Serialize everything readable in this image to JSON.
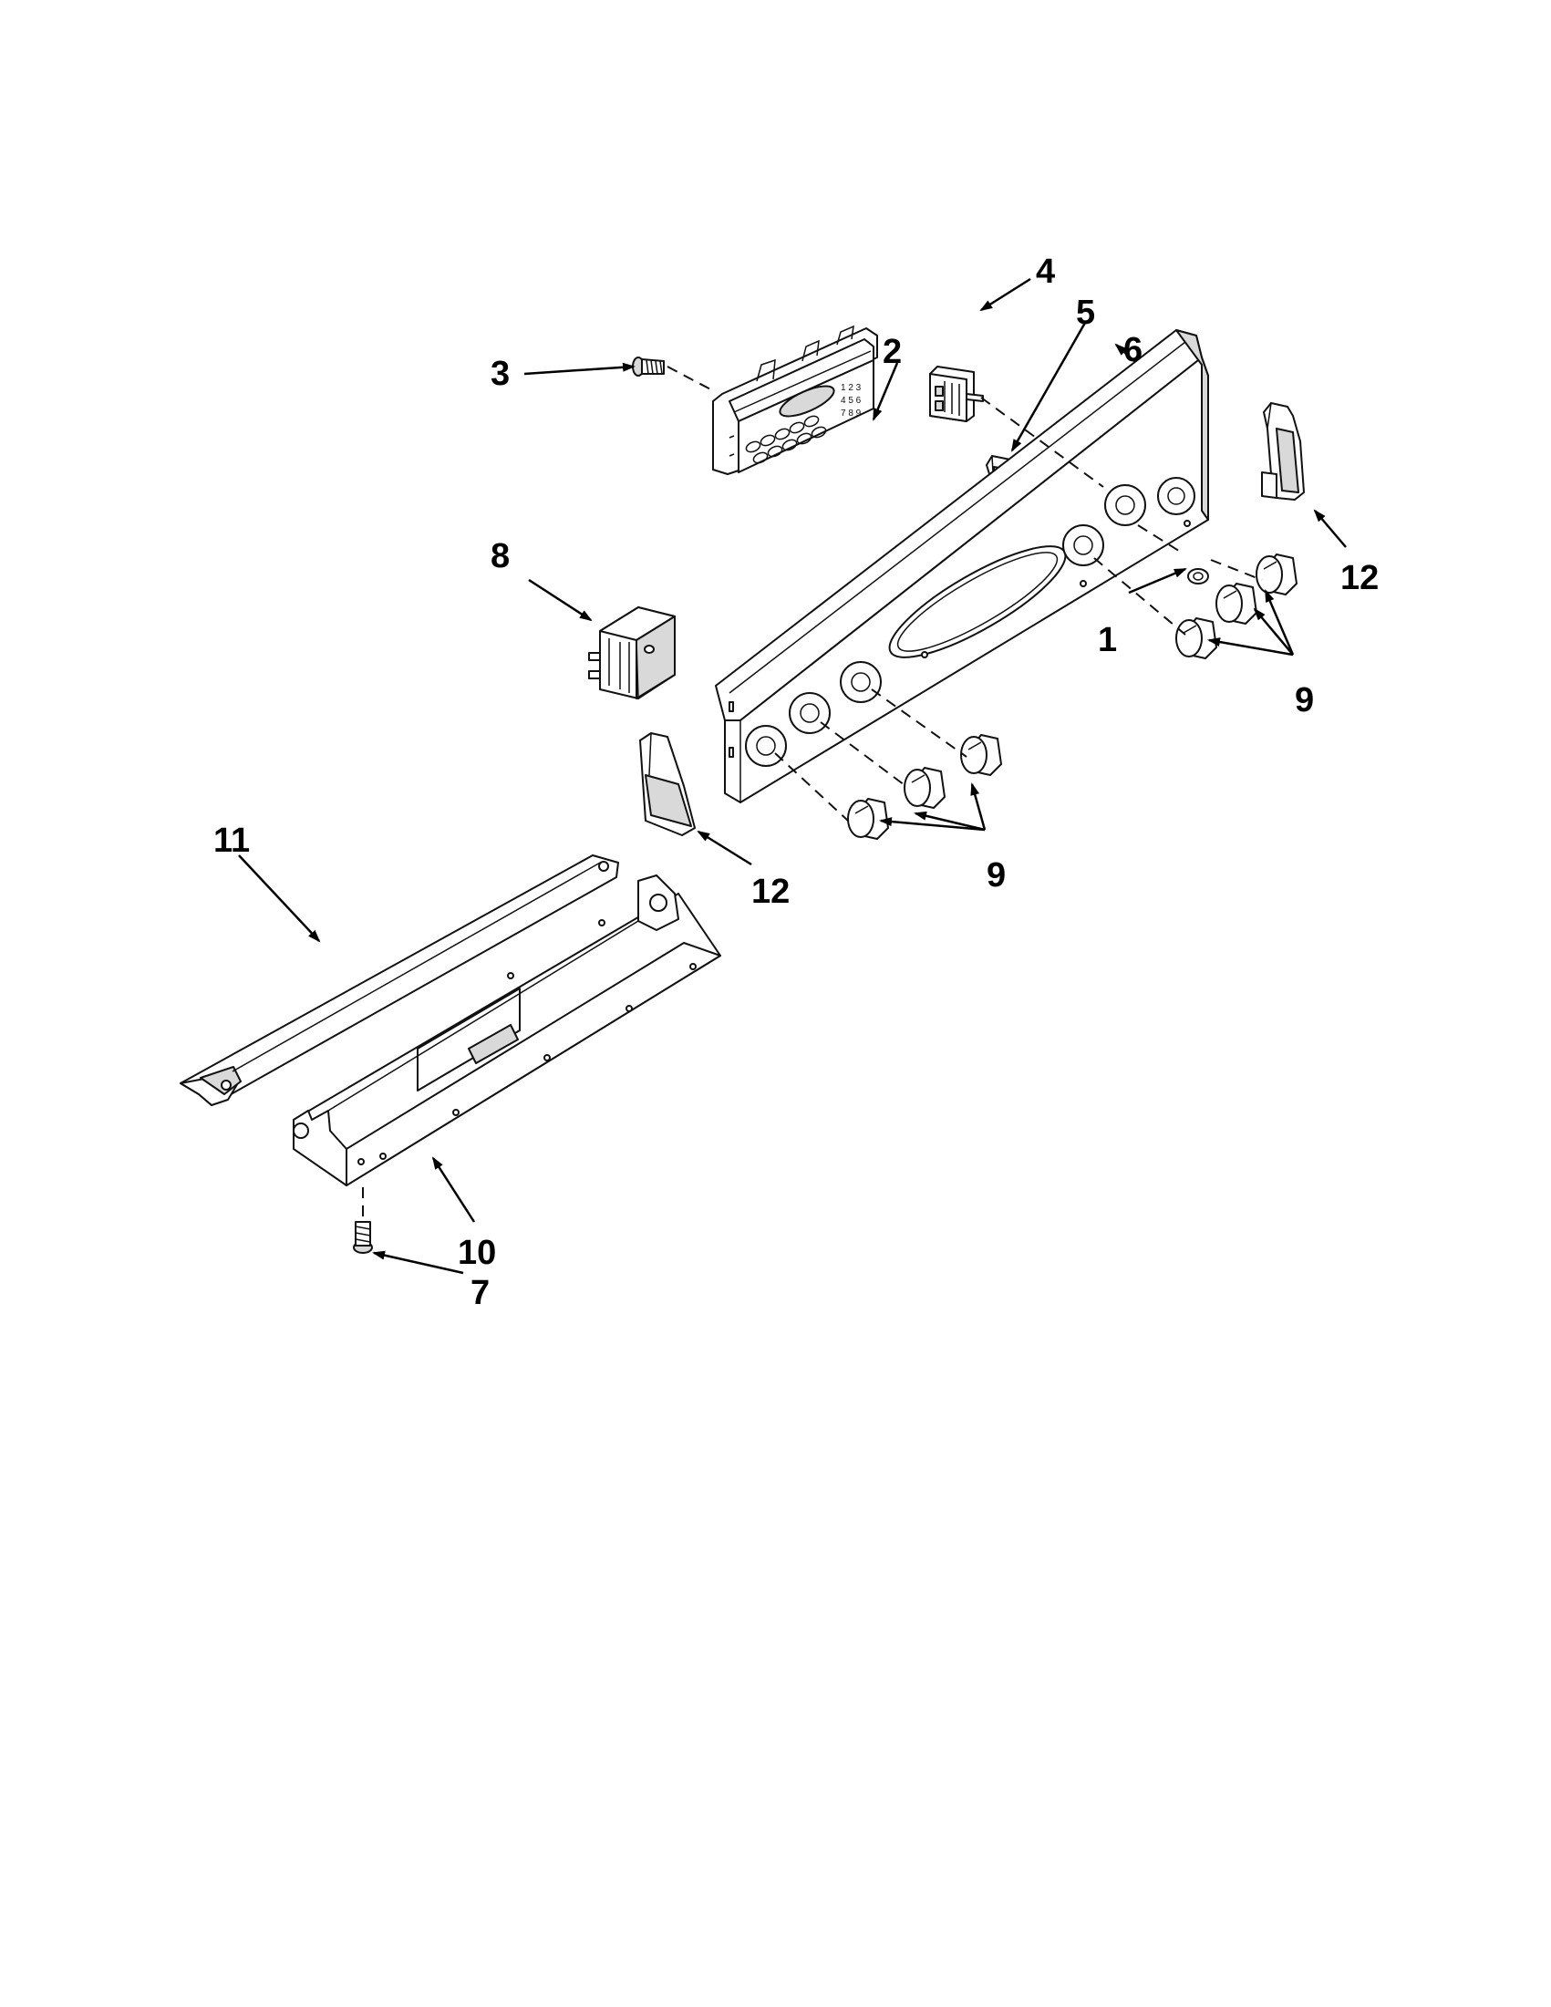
{
  "callouts": {
    "c1": "1",
    "c2": "2",
    "c3": "3",
    "c4": "4",
    "c5": "5",
    "c6": "6",
    "c7": "7",
    "c8": "8",
    "c9_right": "9",
    "c9_left": "9",
    "c10": "10",
    "c11": "11",
    "c12_right": "12",
    "c12_left": "12"
  },
  "colors": {
    "line": "#111111",
    "shade": "#d9d9d9",
    "background": "#ffffff"
  }
}
